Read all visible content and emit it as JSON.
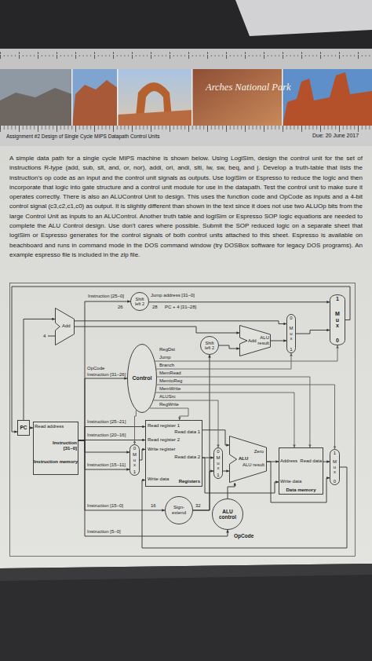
{
  "diagram": {
    "title": "Assignment #2 Design of Single Cycle MIPS Datapath Control Units",
    "nodes": [
      {
        "text": [
          "Shift left 2"
        ]
      },
      {
        "text": [
          "Add"
        ]
      },
      {
        "text": [
          "0",
          "M u x",
          "1"
        ]
      },
      {
        "text": [
          "Add",
          "ALU result"
        ]
      },
      {
        "text": [
          "1",
          "M u x",
          "0"
        ]
      },
      {
        "text": [
          "Shift left 2"
        ]
      },
      {
        "text": [
          "Control"
        ]
      },
      {
        "text": [
          "PC"
        ]
      },
      {
        "text": [
          "Read address",
          "Instruction [31–0]",
          "Instruction memory"
        ]
      },
      {
        "text": [
          "0",
          "M u x",
          "1"
        ]
      },
      {
        "text": [
          "Read register 1",
          "Read data 1",
          "Read register 2",
          "Write register",
          "Read data 2",
          "Write data",
          "Registers"
        ]
      },
      {
        "text": [
          "0",
          "M u x",
          "1"
        ]
      },
      {
        "text": [
          "Zero",
          "ALU",
          "ALU result"
        ]
      },
      {
        "text": [
          "Address",
          "Read data",
          "Write data",
          "Data memory"
        ]
      },
      {
        "text": [
          "1",
          "M u x",
          "0"
        ]
      },
      {
        "text": [
          "Sign-extend"
        ]
      },
      {
        "text": [
          "ALU control"
        ]
      }
    ],
    "edges": [
      {
        "from": 7,
        "to": 8,
        "arrow": "to"
      },
      {
        "from": 7,
        "to": 1,
        "arrow": "to"
      },
      {
        "from": 1,
        "to": 3,
        "arrow": "to"
      },
      {
        "from": 1,
        "to": 2,
        "arrow": "to"
      },
      {
        "from": 3,
        "to": 2,
        "arrow": "to"
      },
      {
        "from": 0,
        "to": 4,
        "arrow": "to"
      },
      {
        "from": 2,
        "to": 4,
        "arrow": "to"
      },
      {
        "from": 5,
        "to": 3,
        "arrow": "to"
      },
      {
        "from": 4,
        "to": 7,
        "arrow": "to"
      },
      {
        "from": 8,
        "to": 0,
        "arrow": "to"
      },
      {
        "from": 8,
        "to": 6,
        "arrow": "to"
      },
      {
        "from": 8,
        "to": 10,
        "arrow": "to"
      },
      {
        "from": 8,
        "to": 10,
        "arrow": "to"
      },
      {
        "from": 8,
        "to": 9,
        "arrow": "to"
      },
      {
        "from": 8,
        "to": 9,
        "arrow": "to"
      },
      {
        "from": 8,
        "to": 15,
        "arrow": "to"
      },
      {
        "from": 8,
        "to": 16,
        "arrow": "to"
      },
      {
        "from": 9,
        "to": 10,
        "arrow": "to"
      },
      {
        "from": 10,
        "to": 12,
        "arrow": "to"
      },
      {
        "from": 10,
        "to": 11,
        "arrow": "to"
      },
      {
        "from": 15,
        "to": 11,
        "arrow": "to"
      },
      {
        "from": 15,
        "to": 5,
        "arrow": "to"
      },
      {
        "from": 11,
        "to": 12,
        "arrow": "to"
      },
      {
        "from": 12,
        "to": 13,
        "arrow": "to"
      },
      {
        "from": 10,
        "to": 13,
        "arrow": "to"
      },
      {
        "from": 12,
        "to": 14,
        "arrow": "to"
      },
      {
        "from": 13,
        "to": 14,
        "arrow": "to"
      },
      {
        "from": 14,
        "to": 10,
        "arrow": "to"
      },
      {
        "from": 16,
        "to": 12,
        "arrow": "to"
      },
      {
        "from": 6,
        "to": 9,
        "arrow": "to"
      },
      {
        "from": 6,
        "to": 10,
        "arrow": "to"
      },
      {
        "from": 6,
        "to": 11,
        "arrow": "to"
      },
      {
        "from": 6,
        "to": 13,
        "arrow": "to"
      },
      {
        "from": 6,
        "to": 14,
        "arrow": "to"
      },
      {
        "from": 6,
        "to": 13,
        "arrow": "to"
      },
      {
        "from": 6,
        "to": 2,
        "arrow": "to"
      },
      {
        "from": 6,
        "to": 4,
        "arrow": "to"
      }
    ],
    "labels": [
      "Arches National Park",
      "Due: 20 June 2017",
      "A simple data path for a single cycle MIPS machine is shown below. Using LogiSim, design the control unit for the set of instructions R-type (add, sub, slt, and, or, nor), addi, ori, andi, slti, lw, sw, beq, and j. Develop a truth-table that lists the instruction's op code as an input and the control unit signals as outputs. Use logiSim or Espresso to reduce the logic and then incorporate that logic into gate structure and a control unit module for use in the datapath. Test the control unit to make sure it operates correctly. There is also an ALUControl Unit to design. This uses the function code and OpCode as inputs and a 4-bit control signal (c3,c2,c1,c0) as output. It is slightly different than shown in the text since it does not use two ALUOp bits from the large Control Unit as inputs to an ALUControl. Another truth table and logiSim or Espresso SOP logic equations are needed to complete the ALU Control design. Use don't cares where possible. Submit the SOP reduced logic on a separate sheet that logiSim or Espresso generates for the control signals of both control units attached to this sheet. Espresso is available on beachboard and runs in command mode in the DOS command window (try DOSBox software for legacy DOS programs). An example espresso file is included in the zip file.",
      "Instruction [25–0]",
      "Jump address [31–0]",
      "26",
      "28",
      "PC + 4 [31–28]",
      "4",
      "RegDst",
      "Jump",
      "Branch",
      "MemRead",
      "MemtoReg",
      "MemWrite",
      "ALUSrc",
      "RegWrite",
      "OpCode",
      "Instruction [31–26]",
      "Instruction [25–21]",
      "Instruction [20–16]",
      "Instruction [15–11]",
      "Instruction [15–0]",
      "16",
      "32",
      "Instruction [5–0]",
      "OpCode"
    ]
  }
}
